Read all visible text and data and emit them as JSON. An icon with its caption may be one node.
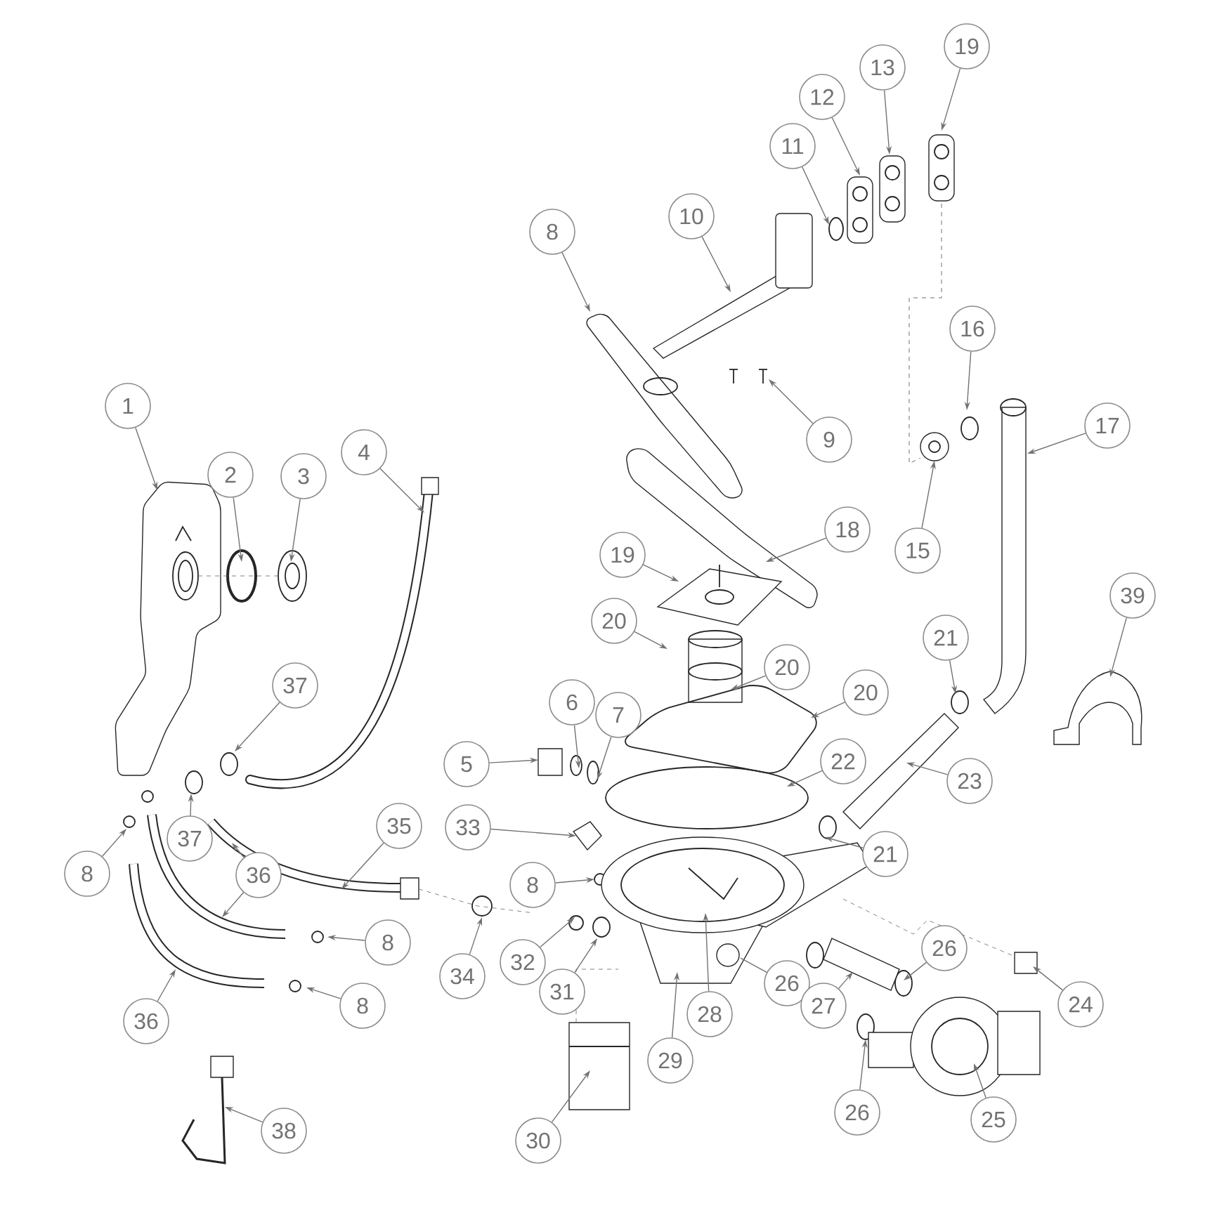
{
  "diagram": {
    "nodes": [
      {
        "text": [
          "8"
        ]
      },
      {
        "text": [
          "10"
        ]
      },
      {
        "text": [
          "11"
        ]
      },
      {
        "text": [
          "12"
        ]
      },
      {
        "text": [
          "13"
        ]
      },
      {
        "text": [
          "19"
        ]
      },
      {
        "text": [
          "16"
        ]
      },
      {
        "text": [
          "17"
        ]
      },
      {
        "text": [
          "9"
        ]
      },
      {
        "text": [
          "1"
        ]
      },
      {
        "text": [
          "2"
        ]
      },
      {
        "text": [
          "3"
        ]
      },
      {
        "text": [
          "4"
        ]
      },
      {
        "text": [
          "15"
        ]
      },
      {
        "text": [
          "18"
        ]
      },
      {
        "text": [
          "19"
        ]
      },
      {
        "text": [
          "39"
        ]
      },
      {
        "text": [
          "20"
        ]
      },
      {
        "text": [
          "20"
        ]
      },
      {
        "text": [
          "20"
        ]
      },
      {
        "text": [
          "21"
        ]
      },
      {
        "text": [
          "37"
        ]
      },
      {
        "text": [
          "6"
        ]
      },
      {
        "text": [
          "7"
        ]
      },
      {
        "text": [
          "5"
        ]
      },
      {
        "text": [
          "22"
        ]
      },
      {
        "text": [
          "23"
        ]
      },
      {
        "text": [
          "35"
        ]
      },
      {
        "text": [
          "33"
        ]
      },
      {
        "text": [
          "37"
        ]
      },
      {
        "text": [
          "21"
        ]
      },
      {
        "text": [
          "8"
        ]
      },
      {
        "text": [
          "36"
        ]
      },
      {
        "text": [
          "8"
        ]
      },
      {
        "text": [
          "8"
        ]
      },
      {
        "text": [
          "26"
        ]
      },
      {
        "text": [
          "34"
        ]
      },
      {
        "text": [
          "32"
        ]
      },
      {
        "text": [
          "26"
        ]
      },
      {
        "text": [
          "31"
        ]
      },
      {
        "text": [
          "24"
        ]
      },
      {
        "text": [
          "27"
        ]
      },
      {
        "text": [
          "28"
        ]
      },
      {
        "text": [
          "8"
        ]
      },
      {
        "text": [
          "36"
        ]
      },
      {
        "text": [
          "29"
        ]
      },
      {
        "text": [
          "26"
        ]
      },
      {
        "text": [
          "25"
        ]
      },
      {
        "text": [
          "38"
        ]
      },
      {
        "text": [
          "30"
        ]
      }
    ],
    "edges": [
      {
        "from": 0,
        "to": null,
        "arrow": "to"
      },
      {
        "from": 1,
        "to": null,
        "arrow": "to"
      },
      {
        "from": 2,
        "to": null,
        "arrow": "to"
      },
      {
        "from": 3,
        "to": null,
        "arrow": "to"
      },
      {
        "from": 4,
        "to": null,
        "arrow": "to"
      },
      {
        "from": 5,
        "to": null,
        "arrow": "to"
      },
      {
        "from": 6,
        "to": null,
        "arrow": "to"
      },
      {
        "from": 7,
        "to": null,
        "arrow": "to"
      },
      {
        "from": 8,
        "to": null,
        "arrow": "to"
      },
      {
        "from": 9,
        "to": null,
        "arrow": "to"
      },
      {
        "from": 10,
        "to": null,
        "arrow": "to"
      },
      {
        "from": 11,
        "to": null,
        "arrow": "to"
      },
      {
        "from": 12,
        "to": null,
        "arrow": "to"
      },
      {
        "from": 13,
        "to": null,
        "arrow": "to"
      },
      {
        "from": 14,
        "to": null,
        "arrow": "to"
      },
      {
        "from": 15,
        "to": null,
        "arrow": "to"
      },
      {
        "from": 16,
        "to": null,
        "arrow": "to"
      },
      {
        "from": 17,
        "to": null,
        "arrow": "to"
      },
      {
        "from": 18,
        "to": null,
        "arrow": "to"
      },
      {
        "from": 19,
        "to": null,
        "arrow": "to"
      },
      {
        "from": 20,
        "to": null,
        "arrow": "to"
      },
      {
        "from": 21,
        "to": null,
        "arrow": "to"
      },
      {
        "from": 22,
        "to": null,
        "arrow": "to"
      },
      {
        "from": 23,
        "to": null,
        "arrow": "to"
      },
      {
        "from": 24,
        "to": null,
        "arrow": "to"
      },
      {
        "from": 25,
        "to": null,
        "arrow": "to"
      },
      {
        "from": 26,
        "to": null,
        "arrow": "to"
      },
      {
        "from": 27,
        "to": null,
        "arrow": "to"
      },
      {
        "from": 28,
        "to": null,
        "arrow": "to"
      },
      {
        "from": 29,
        "to": null,
        "arrow": "to"
      },
      {
        "from": 30,
        "to": null,
        "arrow": "to"
      },
      {
        "from": 31,
        "to": null,
        "arrow": "to"
      },
      {
        "from": 32,
        "to": null,
        "arrow": "to"
      },
      {
        "from": 32,
        "to": null,
        "arrow": "to"
      },
      {
        "from": 33,
        "to": null,
        "arrow": "to"
      },
      {
        "from": 34,
        "to": null,
        "arrow": "to"
      },
      {
        "from": 35,
        "to": null,
        "arrow": "to"
      },
      {
        "from": 36,
        "to": null,
        "arrow": "to"
      },
      {
        "from": 37,
        "to": null,
        "arrow": "to"
      },
      {
        "from": 38,
        "to": null,
        "arrow": "none"
      },
      {
        "from": 39,
        "to": null,
        "arrow": "to"
      },
      {
        "from": 40,
        "to": null,
        "arrow": "to"
      },
      {
        "from": 41,
        "to": null,
        "arrow": "to"
      },
      {
        "from": 42,
        "to": null,
        "arrow": "to"
      },
      {
        "from": 43,
        "to": null,
        "arrow": "to"
      },
      {
        "from": 44,
        "to": null,
        "arrow": "to"
      },
      {
        "from": 45,
        "to": null,
        "arrow": "to"
      },
      {
        "from": 46,
        "to": null,
        "arrow": "to"
      },
      {
        "from": 47,
        "to": null,
        "arrow": "to"
      },
      {
        "from": 48,
        "to": null,
        "arrow": "to"
      },
      {
        "from": 49,
        "to": null,
        "arrow": "to"
      }
    ]
  }
}
